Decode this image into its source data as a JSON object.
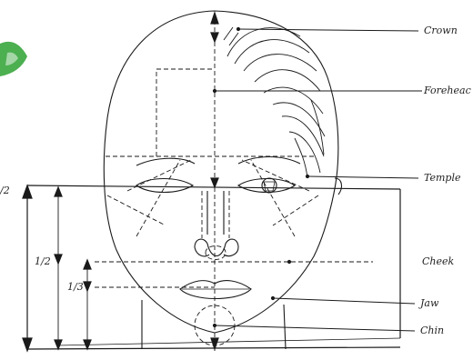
{
  "labels": {
    "crown": "Crown",
    "forehead": "Foreheac",
    "temple": "Temple",
    "cheek": "Cheek",
    "jaw": "Jaw",
    "chin": "Chin"
  },
  "fractions": {
    "top": "/2",
    "mid": "1/2",
    "low": "1/3"
  },
  "colors": {
    "ink": "#1a1a1a",
    "logo_green": "#4caf50"
  }
}
